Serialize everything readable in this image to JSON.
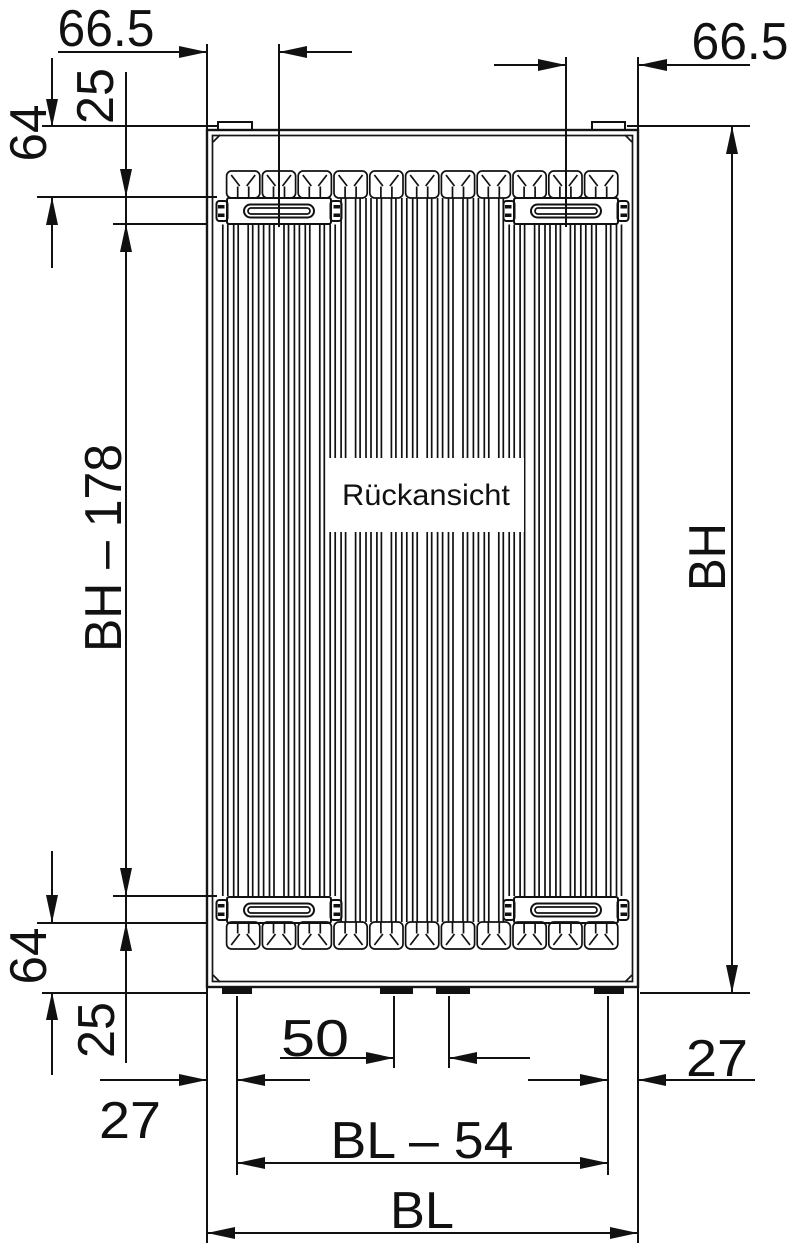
{
  "drawing": {
    "view_label": "Rückansicht",
    "line_color": "#111111",
    "background_color": "#ffffff",
    "dimensions": {
      "top_left_offset": "66.5",
      "top_right_offset": "66.5",
      "top_bracket_height": "25",
      "top_edge_to_bracket": "64",
      "between_brackets_height": "BH – 178",
      "overall_height": "BH",
      "bottom_bracket_to_edge": "64",
      "bottom_bracket_height": "25",
      "bottom_left_edge_offset": "27",
      "bottom_feet_spacing": "50",
      "bottom_right_edge_offset": "27",
      "feet_span": "BL – 54",
      "overall_length": "BL"
    }
  }
}
